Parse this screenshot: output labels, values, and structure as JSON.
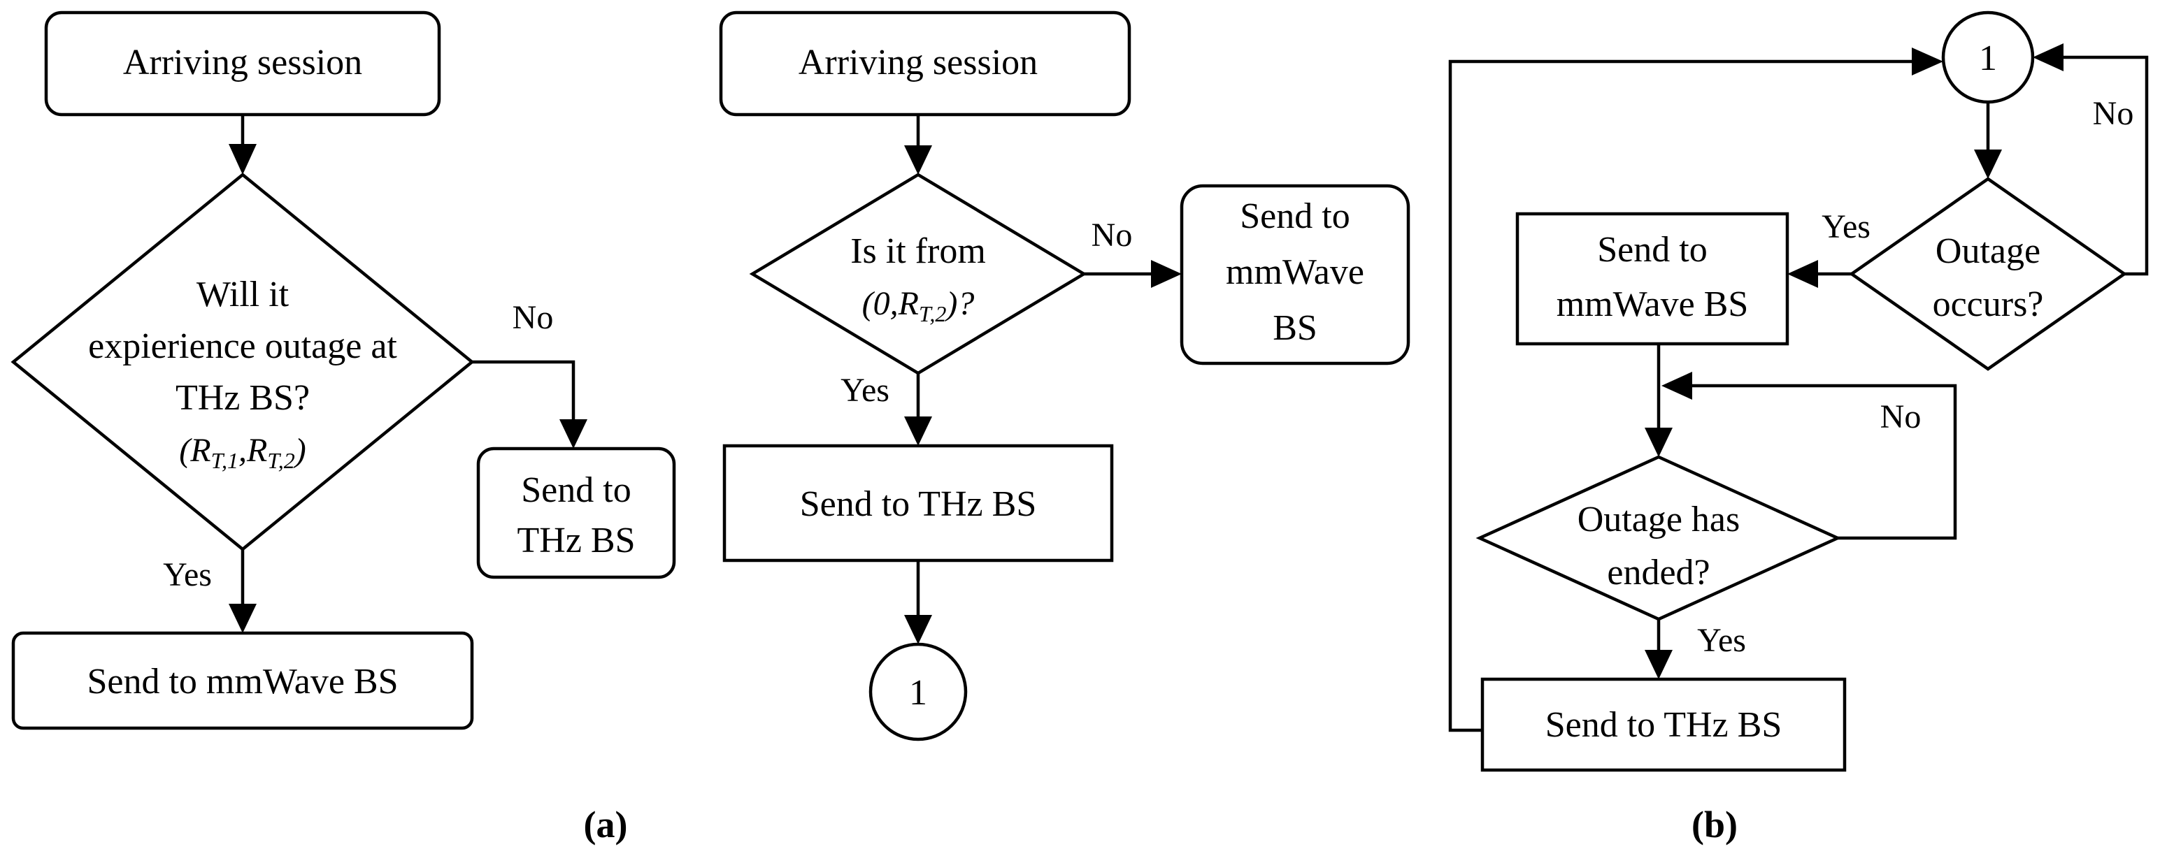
{
  "panel_a": {
    "caption": "(a)",
    "left": {
      "arriving": "Arriving session",
      "decision": {
        "line1": "Will it",
        "line2": "expierience outage at",
        "line3": "THz BS?",
        "range": "(RT,1,RT,2)"
      },
      "no_label": "No",
      "yes_label": "Yes",
      "send_thz": {
        "line1": "Send to",
        "line2": "THz BS"
      },
      "send_mmwave": "Send to mmWave BS"
    },
    "right": {
      "arriving": "Arriving session",
      "decision": {
        "line1": "Is it from",
        "line2": "(0,RT,2)?"
      },
      "no_label": "No",
      "yes_label": "Yes",
      "send_mmwave": {
        "line1": "Send to",
        "line2": "mmWave",
        "line3": "BS"
      },
      "send_thz": "Send to THz BS",
      "connector": "1"
    }
  },
  "panel_b": {
    "caption": "(b)",
    "connector": "1",
    "no_label_top": "No",
    "yes_label_outage": "Yes",
    "outage_decision": {
      "line1": "Outage",
      "line2": "occurs?"
    },
    "send_mmwave": {
      "line1": "Send to",
      "line2": "mmWave BS"
    },
    "ended_decision": {
      "line1": "Outage has",
      "line2": "ended?"
    },
    "no_label_ended": "No",
    "yes_label_ended": "Yes",
    "send_thz": "Send to THz BS"
  }
}
